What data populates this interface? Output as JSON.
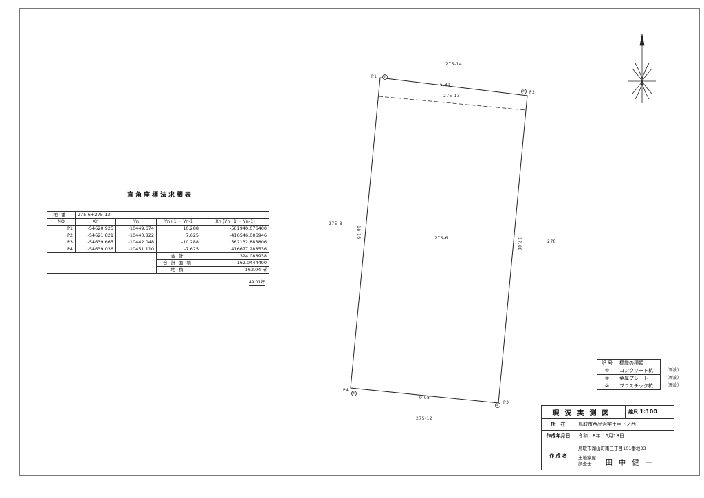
{
  "area_table": {
    "title": "直角座標法求積表",
    "lot_label": "地番",
    "lot_value": "275-6+275-13",
    "headers": [
      "NO",
      "Xn",
      "Yn",
      "Yn+1 − Yn-1",
      "Xn·(Yn+1 − Yn-1)"
    ],
    "rows": [
      [
        "P1",
        "-54620.925",
        "-10449.674",
        "10.288",
        "-561940.076400"
      ],
      [
        "P2",
        "-54621.821",
        "-10440.822",
        "7.625",
        "-416546.006946"
      ],
      [
        "P3",
        "-54639.665",
        "-10442.048",
        "-10.288",
        "562132.883806"
      ],
      [
        "P4",
        "-54639.036",
        "-10451.110",
        "-7.625",
        "416677.288536"
      ]
    ],
    "sum_label": "合計",
    "sum_value": "324.088938",
    "double_area_label": "合計面積",
    "double_area_value": "162.0444490",
    "area_label": "地積",
    "area_value": "162.04",
    "area_unit": "㎡",
    "tsubo": "49.01坪"
  },
  "plan": {
    "lot_center": "275-6",
    "north": "275-14",
    "strip": "275-13",
    "west": "275-8",
    "east": "278",
    "south": "275-12",
    "dim_top": "6.89",
    "dim_left": "18.16",
    "dim_right": "17.88",
    "dim_bottom": "9.08",
    "points": [
      "P1",
      "P2",
      "P3",
      "P4"
    ],
    "markers": [
      "①",
      "①",
      "②",
      "③"
    ]
  },
  "legend": {
    "header_symbol": "記 号",
    "header_type": "標識の種類",
    "items": [
      {
        "symbol": "①",
        "type": "コンクリート杭",
        "note": "（新設）"
      },
      {
        "symbol": "③",
        "type": "金属プレート",
        "note": "（新設）"
      },
      {
        "symbol": "②",
        "type": "プラスチック杭",
        "note": "（新設）"
      }
    ]
  },
  "info_box": {
    "title": "現況実測図",
    "scale_label": "縮尺",
    "scale_value": "1:100",
    "location_label": "所　在",
    "location_value": "鳥取市西品治字土手下ノ西",
    "date_label": "作成年月日",
    "date_value": "令和　8年　6月18日",
    "author_label": "作 成 者",
    "author_address": "鳥取市湖山町南三丁目101番地33",
    "author_title": "土地家屋 調査士",
    "author_name": "田 中 健 一"
  }
}
